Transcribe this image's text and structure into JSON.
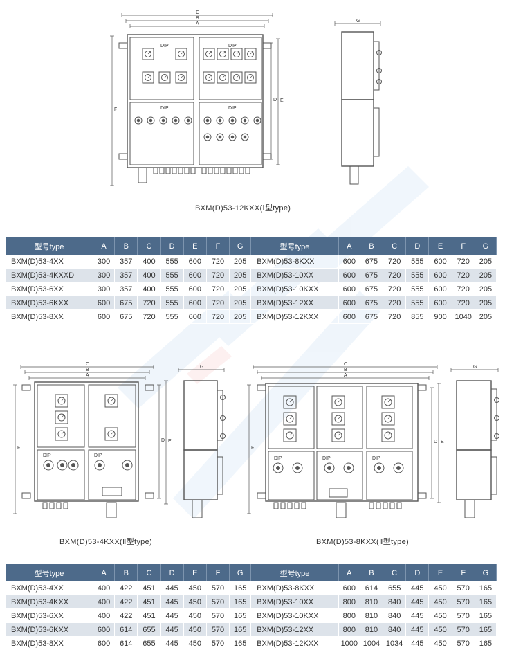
{
  "captions": {
    "type1": "BXM(D)53-12KXX(Ⅰ型type)",
    "type2_left": "BXM(D)53-4KXX(Ⅱ型type)",
    "type2_right": "BXM(D)53-8KXX(Ⅱ型type)"
  },
  "drawing_labels": {
    "dim_a": "A",
    "dim_b": "B",
    "dim_c": "C",
    "dim_d": "D",
    "dim_e": "E",
    "dim_f": "F",
    "dim_g": "G",
    "dip": "DIP"
  },
  "table_headers": [
    "型号type",
    "A",
    "B",
    "C",
    "D",
    "E",
    "F",
    "G"
  ],
  "table1": {
    "left": [
      [
        "BXM(D)53-4XX",
        "300",
        "357",
        "400",
        "555",
        "600",
        "720",
        "205"
      ],
      [
        "BXM(D)53-4KXXD",
        "300",
        "357",
        "400",
        "555",
        "600",
        "720",
        "205"
      ],
      [
        "BXM(D)53-6XX",
        "300",
        "357",
        "400",
        "555",
        "600",
        "720",
        "205"
      ],
      [
        "BXM(D)53-6KXX",
        "600",
        "675",
        "720",
        "555",
        "600",
        "720",
        "205"
      ],
      [
        "BXM(D)53-8XX",
        "600",
        "675",
        "720",
        "555",
        "600",
        "720",
        "205"
      ]
    ],
    "right": [
      [
        "BXM(D)53-8KXX",
        "600",
        "675",
        "720",
        "555",
        "600",
        "720",
        "205"
      ],
      [
        "BXM(D)53-10XX",
        "600",
        "675",
        "720",
        "555",
        "600",
        "720",
        "205"
      ],
      [
        "BXM(D)53-10KXX",
        "600",
        "675",
        "720",
        "555",
        "600",
        "720",
        "205"
      ],
      [
        "BXM(D)53-12XX",
        "600",
        "675",
        "720",
        "555",
        "600",
        "720",
        "205"
      ],
      [
        "BXM(D)53-12KXX",
        "600",
        "675",
        "720",
        "855",
        "900",
        "1040",
        "205"
      ]
    ]
  },
  "table2": {
    "left": [
      [
        "BXM(D)53-4XX",
        "400",
        "422",
        "451",
        "445",
        "450",
        "570",
        "165"
      ],
      [
        "BXM(D)53-4KXX",
        "400",
        "422",
        "451",
        "445",
        "450",
        "570",
        "165"
      ],
      [
        "BXM(D)53-6XX",
        "400",
        "422",
        "451",
        "445",
        "450",
        "570",
        "165"
      ],
      [
        "BXM(D)53-6KXX",
        "600",
        "614",
        "655",
        "445",
        "450",
        "570",
        "165"
      ],
      [
        "BXM(D)53-8XX",
        "600",
        "614",
        "655",
        "445",
        "450",
        "570",
        "165"
      ]
    ],
    "right": [
      [
        "BXM(D)53-8KXX",
        "600",
        "614",
        "655",
        "445",
        "450",
        "570",
        "165"
      ],
      [
        "BXM(D)53-10XX",
        "800",
        "810",
        "840",
        "445",
        "450",
        "570",
        "165"
      ],
      [
        "BXM(D)53-10KXX",
        "800",
        "810",
        "840",
        "445",
        "450",
        "570",
        "165"
      ],
      [
        "BXM(D)53-12XX",
        "800",
        "810",
        "840",
        "445",
        "450",
        "570",
        "165"
      ],
      [
        "BXM(D)53-12KXX",
        "1000",
        "1004",
        "1034",
        "445",
        "450",
        "570",
        "165"
      ]
    ]
  }
}
